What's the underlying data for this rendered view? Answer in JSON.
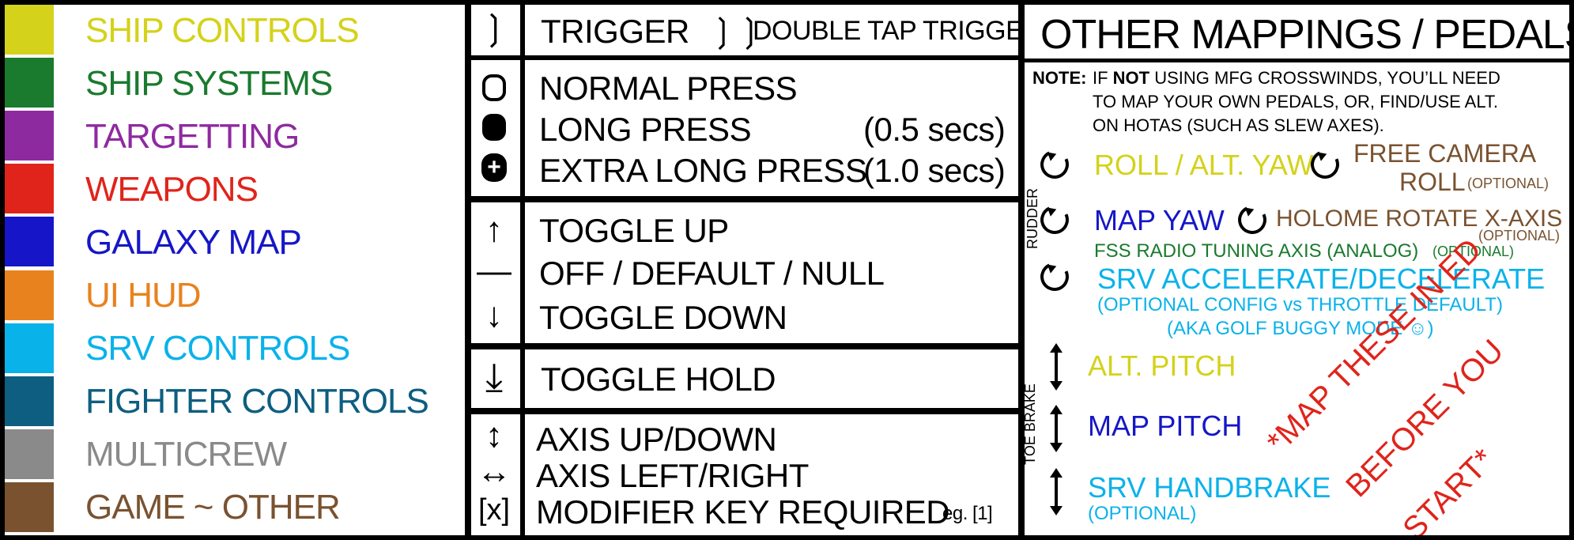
{
  "legend": {
    "items": [
      {
        "label": "SHIP CONTROLS",
        "color": "#d4d21a"
      },
      {
        "label": "SHIP SYSTEMS",
        "color": "#1a7a2e"
      },
      {
        "label": "TARGETTING",
        "color": "#8e2aa0"
      },
      {
        "label": "WEAPONS",
        "color": "#e0241b"
      },
      {
        "label": "GALAXY MAP",
        "color": "#1616c8"
      },
      {
        "label": "UI HUD",
        "color": "#e8821e"
      },
      {
        "label": "SRV CONTROLS",
        "color": "#0ab2ea"
      },
      {
        "label": "FIGHTER CONTROLS",
        "color": "#0d5e80"
      },
      {
        "label": "MULTICREW",
        "color": "#8a8a8a"
      },
      {
        "label": "GAME ~ OTHER",
        "color": "#7a5230"
      }
    ]
  },
  "symbols": {
    "trigger": {
      "icon": "trigger-icon",
      "label": "TRIGGER",
      "double_label": "DOUBLE TAP TRIGGER"
    },
    "press": {
      "normal": "NORMAL PRESS",
      "long": "LONG PRESS",
      "long_time": "(0.5 secs)",
      "extra_long": "EXTRA LONG PRESS",
      "extra_long_time": "(1.0 secs)"
    },
    "toggle": {
      "up": "TOGGLE UP",
      "off": "OFF / DEFAULT / NULL",
      "down": "TOGGLE DOWN",
      "up_icon": "↑",
      "off_icon": "—",
      "down_icon": "↓"
    },
    "hold": {
      "label": "TOGGLE HOLD",
      "icon": "⤓"
    },
    "axis": {
      "updown": "AXIS UP/DOWN",
      "leftright": "AXIS LEFT/RIGHT",
      "modifier": "MODIFIER KEY REQUIRED",
      "modifier_eg": "eg. [1]",
      "updown_icon": "↕",
      "leftright_icon": "↔",
      "modifier_icon": "[x]"
    }
  },
  "other": {
    "title": "OTHER MAPPINGS / PEDALS",
    "note_label": "NOTE:",
    "note_line1_a": "IF ",
    "note_line1_b": "NOT",
    "note_line1_c": " USING MFG CROSSWINDS, YOU’LL NEED",
    "note_line2": "TO MAP YOUR OWN PEDALS, OR, FIND/USE ALT.",
    "note_line3": "ON HOTAS (SUCH AS SLEW AXES).",
    "rudder_label": "RUDDER",
    "toe_brake_label": "TOE BRAKE",
    "roll": "ROLL / ALT. YAW",
    "free_camera_1": "FREE CAMERA",
    "free_camera_2": "ROLL",
    "optional": "(OPTIONAL)",
    "map_yaw": "MAP YAW",
    "holome": "HOLOME ROTATE X-AXIS",
    "fss": "FSS RADIO TUNING AXIS (ANALOG)",
    "srv_acc": "SRV ACCELERATE/DECELERATE",
    "srv_acc_note": "(OPTIONAL CONFIG vs THROTTLE DEFAULT)",
    "srv_acc_note2": "(AKA GOLF BUGGY MODE ☺)",
    "alt_pitch": "ALT. PITCH",
    "map_pitch": "MAP PITCH",
    "srv_handbrake": "SRV HANDBRAKE",
    "srv_handbrake_opt": "(OPTIONAL)",
    "stamp_1": "*MAP THESE IN ED",
    "stamp_2": "BEFORE YOU",
    "stamp_3": "START*"
  },
  "colors": {
    "yellow": "#d4d21a",
    "brown": "#7a5230",
    "blue": "#1616c8",
    "green": "#1a7a2e",
    "cyan": "#0ab2ea",
    "red": "#e0241b"
  }
}
